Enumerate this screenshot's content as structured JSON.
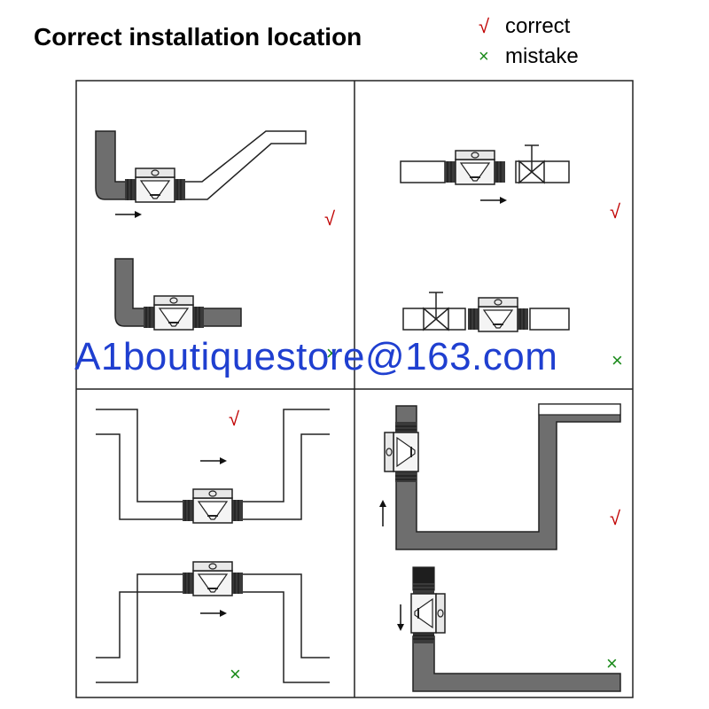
{
  "title": "Correct installation location",
  "legend": {
    "correct": {
      "symbol": "√",
      "label": "correct"
    },
    "mistake": {
      "symbol": "×",
      "label": "mistake"
    }
  },
  "watermark": "A1boutiquestore@163.com",
  "panels": [
    {
      "id": "top-left",
      "top_mark": "√",
      "bottom_mark": "×"
    },
    {
      "id": "top-right",
      "top_mark": "√",
      "bottom_mark": "×"
    },
    {
      "id": "bottom-left",
      "top_mark": "√",
      "bottom_mark": "×"
    },
    {
      "id": "bottom-right",
      "top_mark": "√",
      "bottom_mark": "×"
    }
  ],
  "colors": {
    "pipe_fill": "#6e6e6e",
    "pipe_stroke": "#2a2a2a",
    "check": "#c00000",
    "cross": "#1a8a1a",
    "watermark": "#1f3fd0"
  }
}
